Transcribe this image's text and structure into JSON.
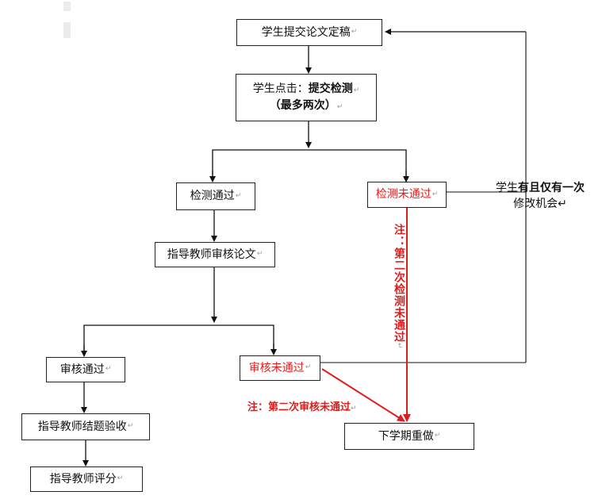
{
  "nodes": {
    "submit_draft": "学生提交论文定稿",
    "check_label": "学生点击：",
    "check_bold": "提交检测",
    "check_limit": "（最多两次）",
    "check_pass": "检测通过",
    "check_fail": "检测未通过",
    "teacher_review": "指导教师审核论文",
    "review_pass": "审核通过",
    "review_fail": "审核未通过",
    "teacher_accept": "指导教师结题验收",
    "teacher_score": "指导教师评分",
    "redo": "下学期重做"
  },
  "notes": {
    "revise_line1_a": "学生",
    "revise_line1_b": "有且仅有一次",
    "revise_line2": "修改机会",
    "second_check_fail": "注：第二次检测未通过",
    "second_review_fail": "注：第二次审核未通过"
  },
  "colors": {
    "line": "#111111",
    "highlight": "#e11c1c"
  }
}
